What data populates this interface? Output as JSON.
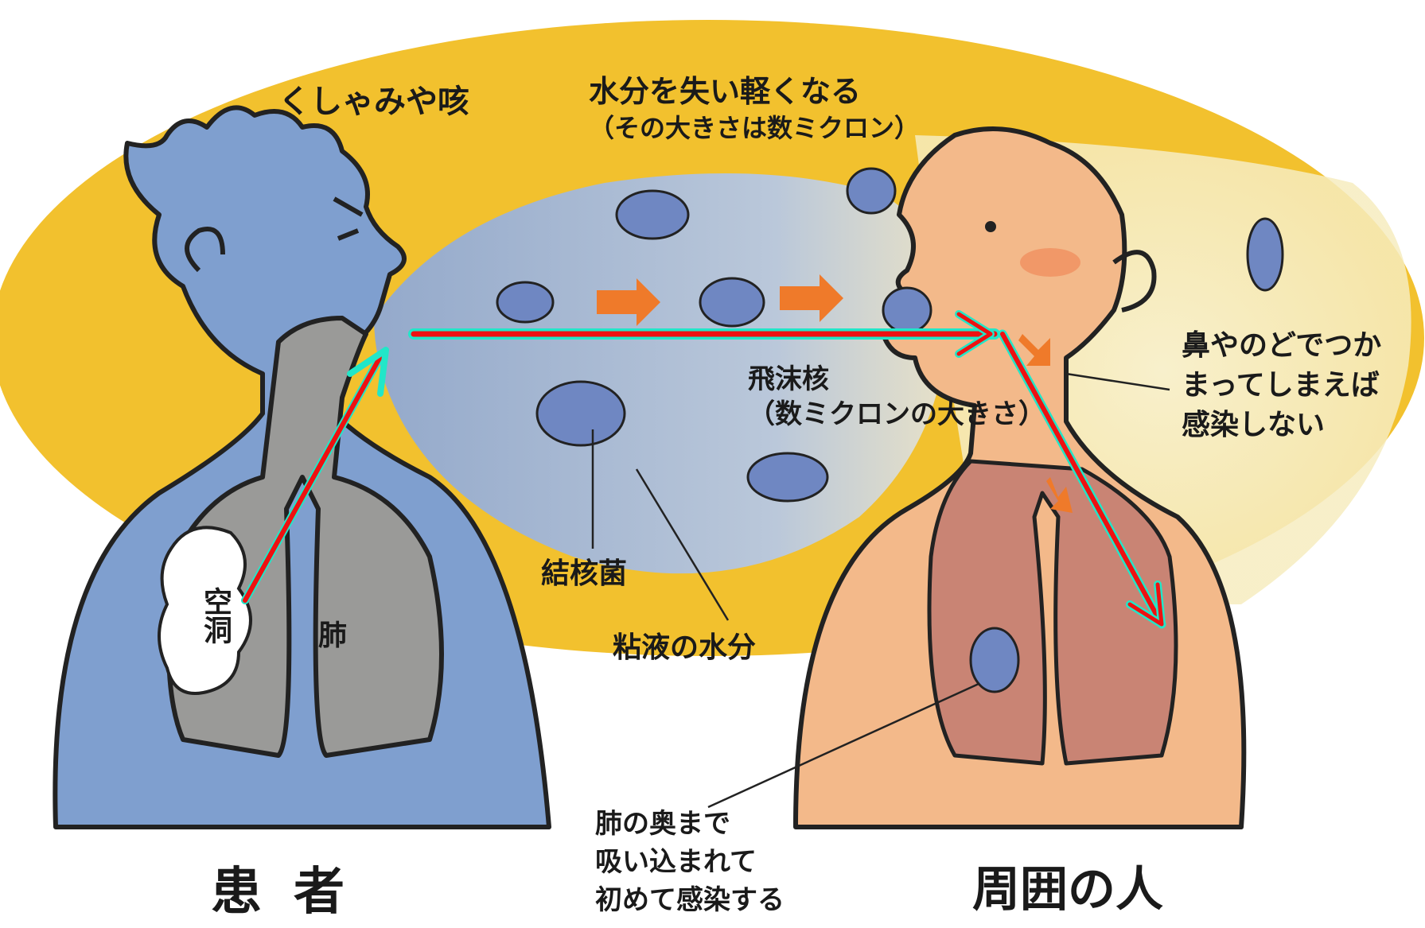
{
  "labels": {
    "sneeze_cough": "くしゃみや咳",
    "drying_line1": "水分を失い軽くなる",
    "drying_line2": "（その大きさは数ミクロン）",
    "droplet_nuclei_line1": "飛沫核",
    "droplet_nuclei_line2": "（数ミクロンの大きさ）",
    "tb_bacteria": "結核菌",
    "mucus_water": "粘液の水分",
    "nose_throat_line1": "鼻やのどでつか",
    "nose_throat_line2": "まってしまえば",
    "nose_throat_line3": "感染しない",
    "deep_lung_line1": "肺の奥まで",
    "deep_lung_line2": "吸い込まれて",
    "deep_lung_line3": "初めて感染する",
    "cavity": "空洞",
    "lung": "肺",
    "patient": "患者",
    "surrounding_people": "周囲の人"
  },
  "colors": {
    "background_ellipse": "#f2c12e",
    "light_zone": "#f6ecbf",
    "patient_body": "#7f9fcf",
    "patient_lungs": "#9a9a98",
    "person_body": "#f3b98a",
    "person_lungs": "#c98474",
    "spray_cloud": "#b9c9e2",
    "path_arrow_red": "#ee1111",
    "path_arrow_cyan": "#22e6c8",
    "motion_arrow": "#ef7a2a"
  }
}
